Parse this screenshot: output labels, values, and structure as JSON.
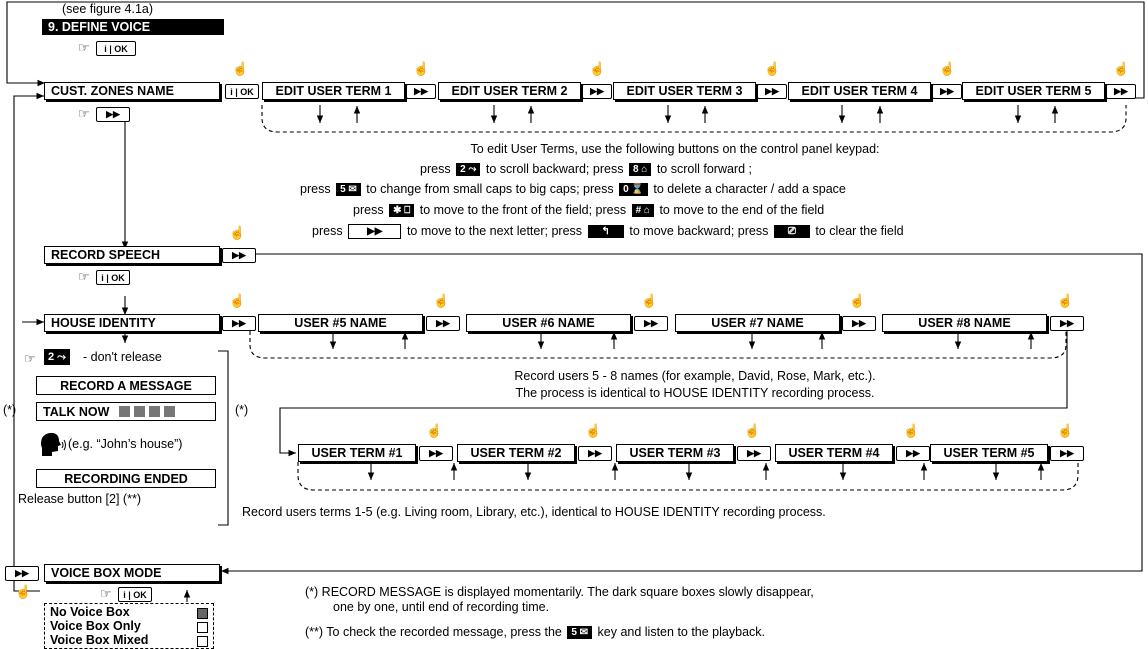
{
  "header": {
    "see_figure": "(see figure 4.1a)",
    "menu_title": "9. DEFINE VOICE"
  },
  "icons": {
    "ok_key": "i | OK",
    "next_key": "▶▶",
    "pointing_hand": "☝",
    "keypad_hand": "☞"
  },
  "cust_zones": {
    "label": "CUST. ZONES NAME",
    "terms": [
      "EDIT USER TERM 1",
      "EDIT USER TERM 2",
      "EDIT USER TERM 3",
      "EDIT USER TERM 4",
      "EDIT USER TERM 5"
    ]
  },
  "edit_instructions": {
    "line1": "To edit User Terms, use the following buttons on the control panel keypad:",
    "press": "press",
    "scroll_back": "to scroll backward; press",
    "scroll_fwd": "to scroll forward ;",
    "caps": "to change from small caps to big caps; press",
    "delete": "to delete a character / add a  space",
    "front": "to move to the front of the field; press",
    "end": "to move to the end of the field",
    "next_letter": "to move to the next letter; press",
    "backward": "to move backward; press",
    "clear": "to clear the field",
    "keys": {
      "k2": "2 ⤳",
      "k8": "8 ⌂",
      "k5": "5 ✉",
      "k0": "0 ⌛",
      "kstar": "✱ ⎕",
      "khash": "# ⌂",
      "kback": "↰",
      "kclear": "⎚"
    }
  },
  "record_speech": {
    "label": "RECORD SPEECH"
  },
  "house_identity": {
    "label": "HOUSE IDENTITY",
    "users": [
      "USER #5 NAME",
      "USER #6 NAME",
      "USER #7 NAME",
      "USER #8 NAME"
    ],
    "dont_release": "- don't release",
    "record_msg": "RECORD A MESSAGE",
    "talk_now": "TALK NOW",
    "example": "(e.g. “John’s house”)",
    "rec_ended": "RECORDING ENDED",
    "release": "Release button  [2] (**)",
    "star": "(*)",
    "key2": "2 ⤳"
  },
  "users_note": {
    "line1": "Record users 5 - 8 names (for example, David, Rose, Mark, etc.).",
    "line2": "The process is identical to HOUSE IDENTITY recording process."
  },
  "user_terms": {
    "labels": [
      "USER TERM #1",
      "USER TERM #2",
      "USER TERM #3",
      "USER TERM #4",
      "USER TERM #5"
    ],
    "note": "Record users terms 1-5 (e.g. Living room, Library, etc.), identical to HOUSE IDENTITY recording process."
  },
  "voice_box": {
    "label": "VOICE BOX MODE",
    "options": [
      "No Voice Box",
      "Voice Box Only",
      "Voice Box Mixed"
    ],
    "selected": 0
  },
  "footnotes": {
    "f1a": "(*)  RECORD MESSAGE is displayed momentarily. The dark square boxes slowly disappear,",
    "f1b": "one by one, until end of recording time.",
    "f2a": "(**) To check the recorded message, press the",
    "f2b": "key and listen to the playback.",
    "key5": "5 ✉"
  }
}
